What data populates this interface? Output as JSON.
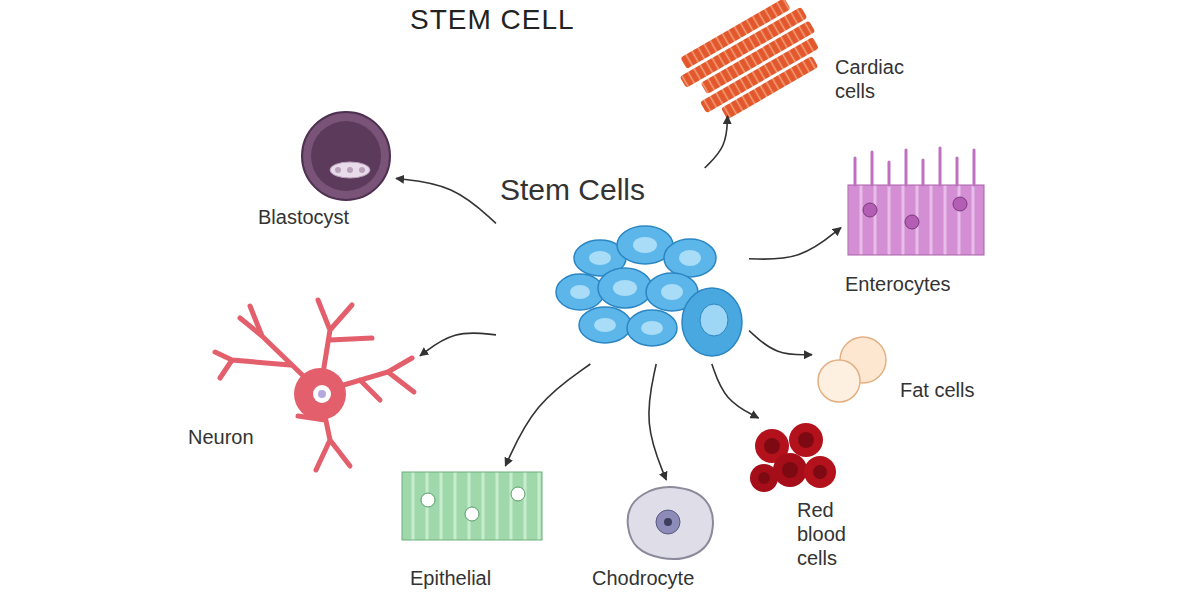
{
  "diagram": {
    "title": "STEM CELL",
    "nodes": [
      {
        "text": [
          "Stem Cells"
        ]
      },
      {
        "text": [
          "Cardiac cells"
        ]
      },
      {
        "text": [
          "Blastocyst"
        ]
      },
      {
        "text": [
          "Enterocytes"
        ]
      },
      {
        "text": [
          "Neuron"
        ]
      },
      {
        "text": [
          "Fat cells"
        ]
      },
      {
        "text": [
          "Red blood cells"
        ]
      },
      {
        "text": [
          "Epithelial"
        ]
      },
      {
        "text": [
          "Chodrocyte"
        ]
      }
    ],
    "edges": [
      {
        "from": 0,
        "to": 1,
        "arrow": "to"
      },
      {
        "from": 0,
        "to": 2,
        "arrow": "to"
      },
      {
        "from": 0,
        "to": 3,
        "arrow": "to"
      },
      {
        "from": 0,
        "to": 4,
        "arrow": "to"
      },
      {
        "from": 0,
        "to": 5,
        "arrow": "to"
      },
      {
        "from": 0,
        "to": 6,
        "arrow": "to"
      },
      {
        "from": 0,
        "to": 7,
        "arrow": "to"
      },
      {
        "from": 0,
        "to": 8,
        "arrow": "to"
      }
    ]
  }
}
